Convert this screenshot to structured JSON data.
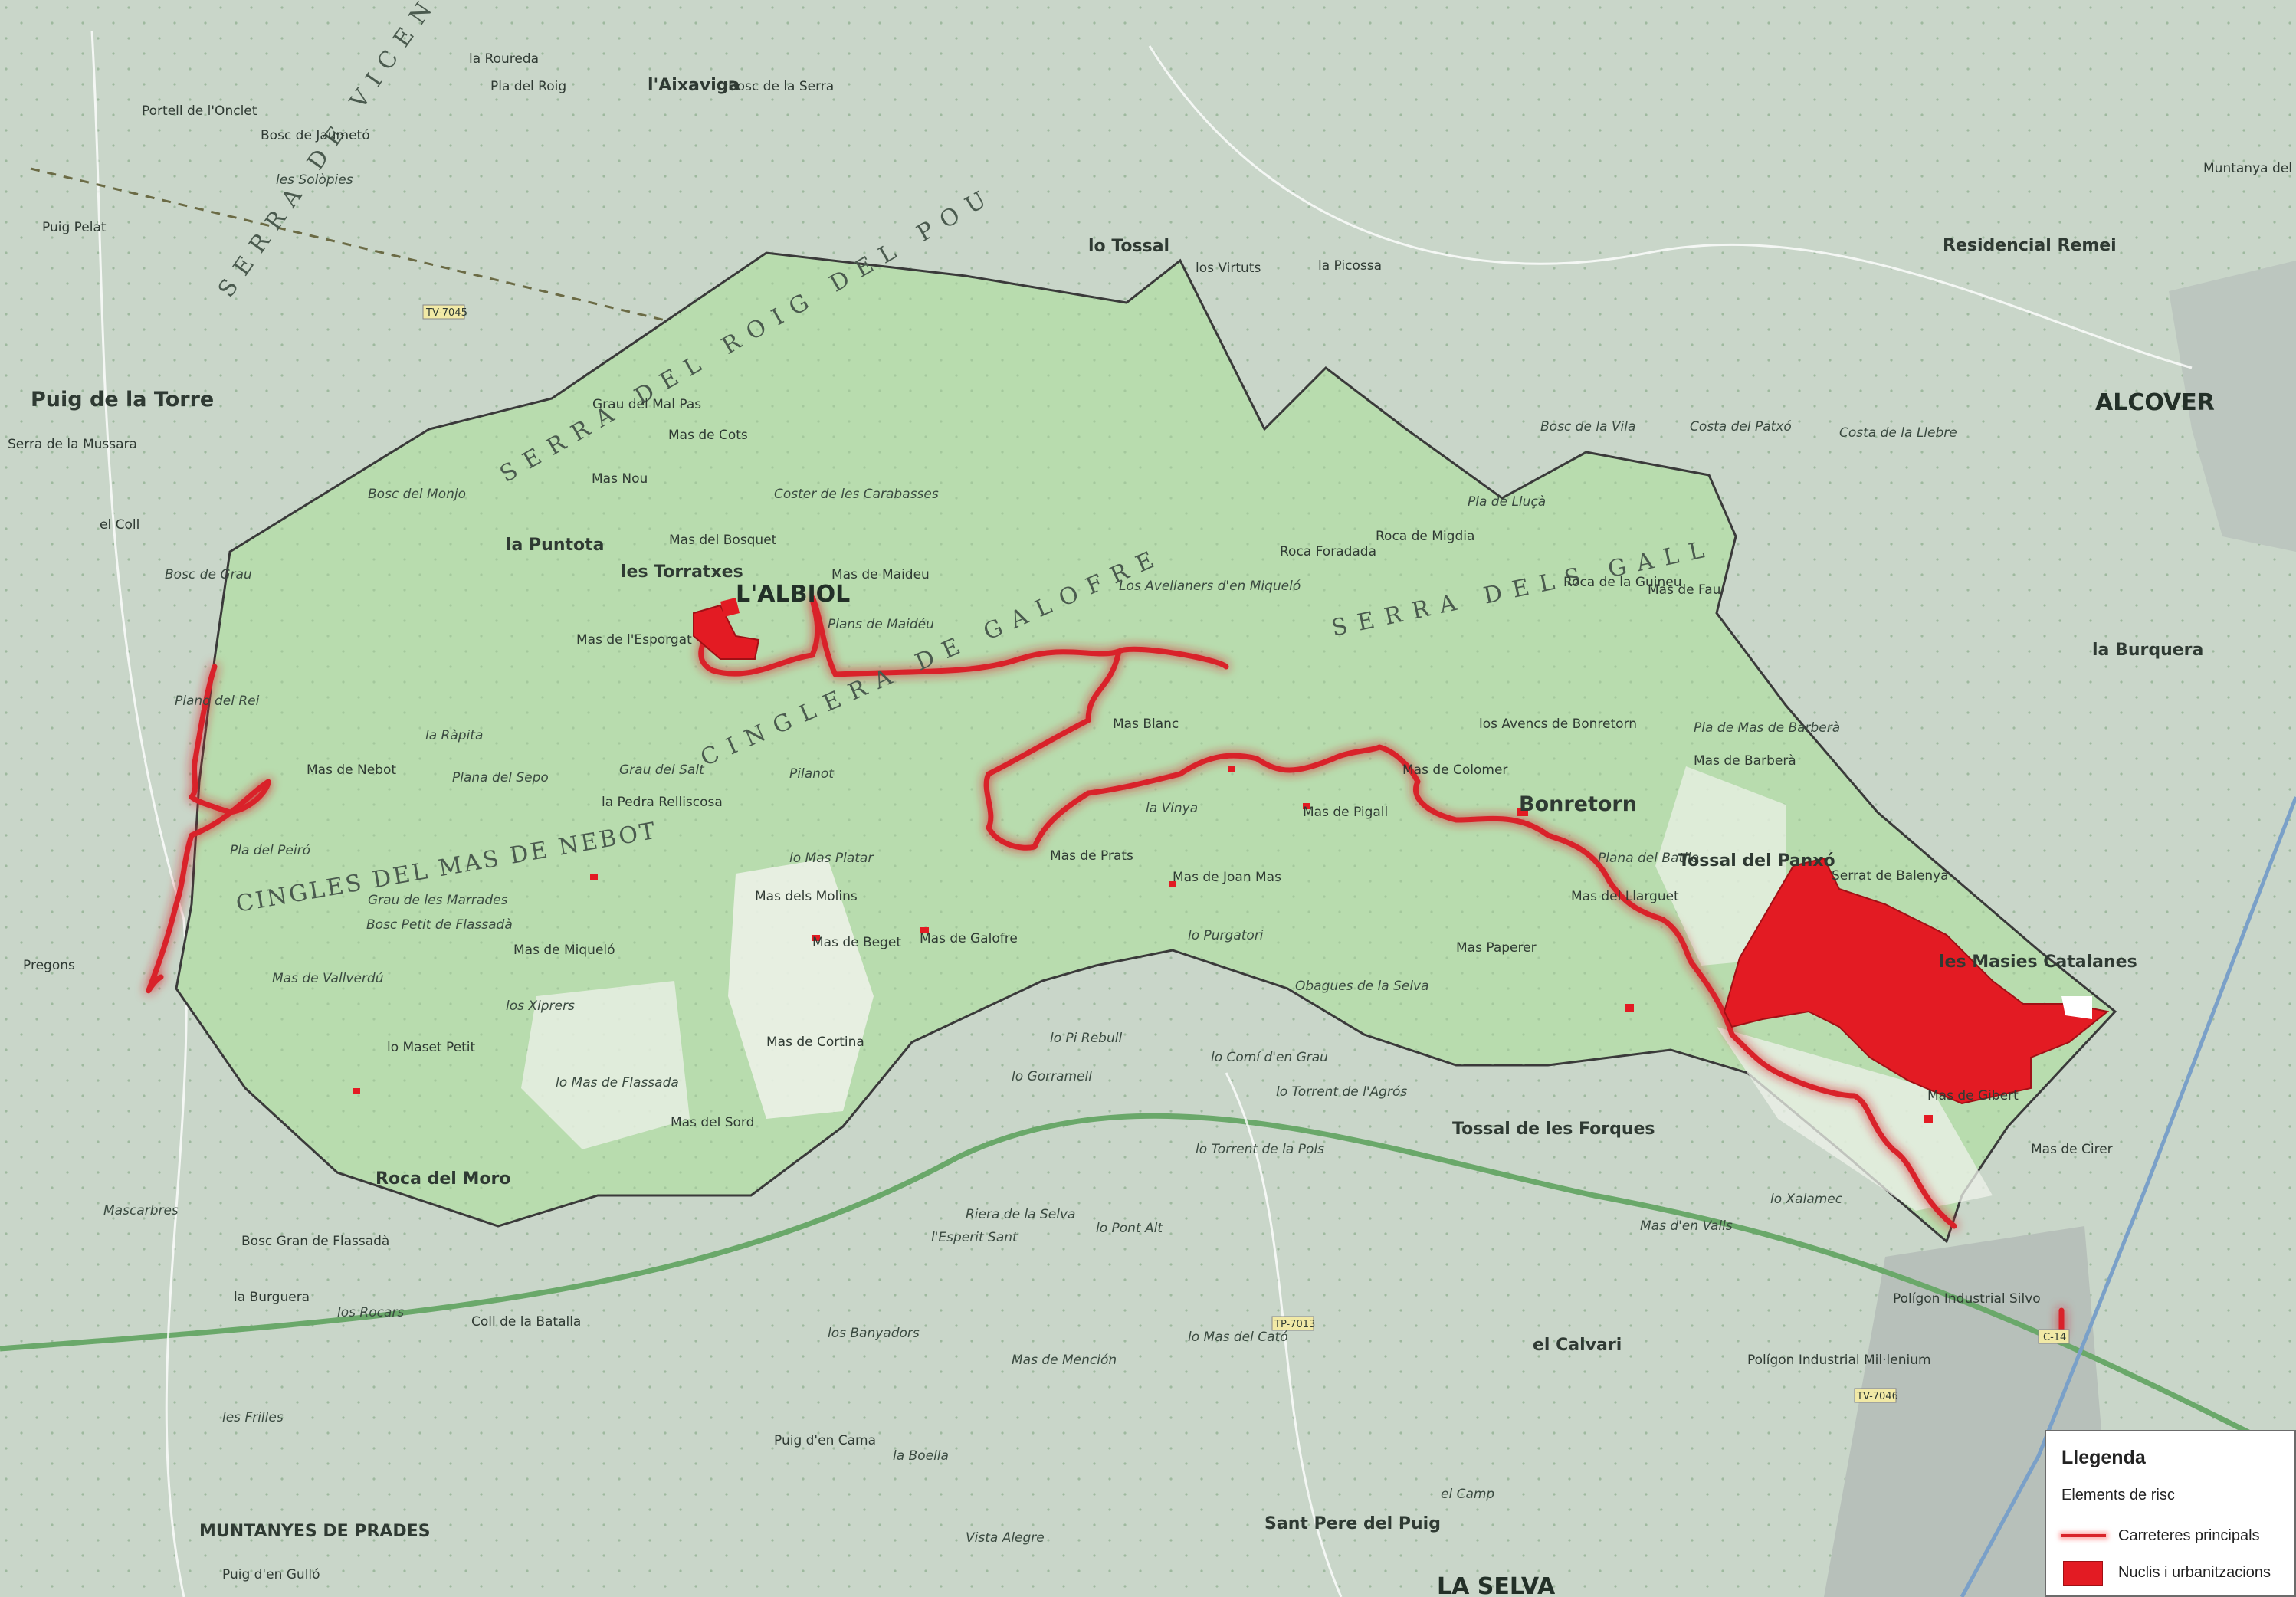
{
  "colors": {
    "outside_terrain": "#c9d6c9",
    "study_area": "#b8dcae",
    "road_risk": "#d9242b",
    "nucleus_fill": "#e31b23",
    "boundary": "#3a3a3a",
    "minor_road": "#ffffff",
    "highway": "#6aa86a",
    "rail": "#7aa0c8"
  },
  "map": {
    "towns": {
      "albiol": "L'ALBIOL",
      "bonretorn": "Bonretorn",
      "masies": "les Masies Catalanes",
      "alcover": "ALCOVER",
      "selva": "LA SELVA"
    },
    "places": [
      {
        "id": "aixaviga",
        "label": "l'Aixaviga"
      },
      {
        "id": "pla-roig",
        "label": "Pla del Roig"
      },
      {
        "id": "bosc-serra",
        "label": "Bosc de la Serra"
      },
      {
        "id": "la-roureda",
        "label": "la Roureda"
      },
      {
        "id": "portell",
        "label": "Portell de l'Onclet"
      },
      {
        "id": "bosc-jaumeto",
        "label": "Bosc de Jaumetó"
      },
      {
        "id": "les-solopies",
        "label": "les Solòpies"
      },
      {
        "id": "puig-pelat",
        "label": "Puig Pelat"
      },
      {
        "id": "puig-torre",
        "label": "Puig de la Torre"
      },
      {
        "id": "serra-mussara",
        "label": "Serra de la Mussara"
      },
      {
        "id": "el-coll",
        "label": "el Coll"
      },
      {
        "id": "bosc-monjo",
        "label": "Bosc del Monjo"
      },
      {
        "id": "bosc-grau",
        "label": "Bosc de Grau"
      },
      {
        "id": "la-punto",
        "label": "la Puntota"
      },
      {
        "id": "torratxes",
        "label": "les Torratxes"
      },
      {
        "id": "mas-nou",
        "label": "Mas Nou"
      },
      {
        "id": "mas-cots",
        "label": "Mas de Cots"
      },
      {
        "id": "grau-mal-pas",
        "label": "Grau del Mal Pas"
      },
      {
        "id": "mas-bosquet",
        "label": "Mas del Bosquet"
      },
      {
        "id": "mas-maideu",
        "label": "Mas de Maideu"
      },
      {
        "id": "coster-carabasses",
        "label": "Coster de les Carabasses"
      },
      {
        "id": "plans-maideu",
        "label": "Plans de Maidéu"
      },
      {
        "id": "avellaners",
        "label": "Los Avellaners d'en Miqueló"
      },
      {
        "id": "roca-foradada",
        "label": "Roca Foradada"
      },
      {
        "id": "roca-migdia",
        "label": "Roca de Migdia"
      },
      {
        "id": "pla-llucà",
        "label": "Pla de Lluçà"
      },
      {
        "id": "roca-guineu",
        "label": "Roca de la Guineu"
      },
      {
        "id": "mas-fau",
        "label": "Mas de Fau"
      },
      {
        "id": "mas-esporgat",
        "label": "Mas de l'Esporgat"
      },
      {
        "id": "la-rapita",
        "label": "la Ràpita"
      },
      {
        "id": "plano-rei",
        "label": "Plano del Rei"
      },
      {
        "id": "pla-peiro",
        "label": "Pla del Peiró"
      },
      {
        "id": "mas-nebot",
        "label": "Mas de Nebot"
      },
      {
        "id": "plana-sepo",
        "label": "Plana del Sepo"
      },
      {
        "id": "grau-salt",
        "label": "Grau del Salt"
      },
      {
        "id": "pedra-relliscosa",
        "label": "la Pedra Relliscosa"
      },
      {
        "id": "pilanot",
        "label": "Pilanot"
      },
      {
        "id": "mas-blanc",
        "label": "Mas Blanc"
      },
      {
        "id": "la-vinya",
        "label": "la Vinya"
      },
      {
        "id": "mas-pigall",
        "label": "Mas de Pigall"
      },
      {
        "id": "mas-colomer",
        "label": "Mas de Colomer"
      },
      {
        "id": "avencs",
        "label": "los Avencs de Bonretorn"
      },
      {
        "id": "mas-platar",
        "label": "lo Mas Platar"
      },
      {
        "id": "mas-prats",
        "label": "Mas de Prats"
      },
      {
        "id": "mas-joan-mas",
        "label": "Mas de Joan Mas"
      },
      {
        "id": "mas-molins",
        "label": "Mas dels Molins"
      },
      {
        "id": "mas-beget",
        "label": "Mas de Beget"
      },
      {
        "id": "mas-galofre",
        "label": "Mas de Galofre"
      },
      {
        "id": "purgatori",
        "label": "lo Purgatori"
      },
      {
        "id": "grau-marrades",
        "label": "Grau de les Marrades"
      },
      {
        "id": "bosc-petit",
        "label": "Bosc Petit de Flassadà"
      },
      {
        "id": "mas-miquelo",
        "label": "Mas de Miqueló"
      },
      {
        "id": "mas-vallverdu",
        "label": "Mas de Vallverdú"
      },
      {
        "id": "xiprers",
        "label": "los Xiprers"
      },
      {
        "id": "mas-cortina",
        "label": "Mas de Cortina"
      },
      {
        "id": "maset-petit",
        "label": "lo Maset Petit"
      },
      {
        "id": "mas-flassada",
        "label": "lo Mas de Flassada"
      },
      {
        "id": "mas-sord",
        "label": "Mas del Sord"
      },
      {
        "id": "roca-moro",
        "label": "Roca del Moro"
      },
      {
        "id": "mas-paperer",
        "label": "Mas Paperer"
      },
      {
        "id": "obagues",
        "label": "Obagues de la Selva"
      },
      {
        "id": "pla-batlle",
        "label": "Plana del Batlle"
      },
      {
        "id": "tossal-panxo",
        "label": "Tossal del Panxó"
      },
      {
        "id": "serrat-balenya",
        "label": "Serrat de Balenyà"
      },
      {
        "id": "mas-barbera",
        "label": "Mas de Barberà"
      },
      {
        "id": "pla-barbera",
        "label": "Pla de Mas de Barberà"
      },
      {
        "id": "mas-gibert",
        "label": "Mas de Gibert"
      },
      {
        "id": "mas-llarguet",
        "label": "Mas del Llarguet"
      },
      {
        "id": "residencial",
        "label": "Residencial Remei"
      },
      {
        "id": "la-burquera",
        "label": "la Burquera"
      },
      {
        "id": "lo-tossal",
        "label": "lo Tossal"
      },
      {
        "id": "los-virtuts",
        "label": "los Virtuts"
      },
      {
        "id": "la-picossa",
        "label": "la Picossa"
      },
      {
        "id": "bosc-vila",
        "label": "Bosc de la Vila"
      },
      {
        "id": "costa-patxo",
        "label": "Costa del Patxó"
      },
      {
        "id": "costa-llebre",
        "label": "Costa de la Llebre"
      },
      {
        "id": "muntanya-calvari",
        "label": "Muntanya del Calvari"
      },
      {
        "id": "mas-cirer",
        "label": "Mas de Cirer"
      },
      {
        "id": "xalamec",
        "label": "lo Xalamec"
      },
      {
        "id": "mas-valls",
        "label": "Mas d'en Valls"
      },
      {
        "id": "poligon-silvo",
        "label": "Polígon Industrial Silvo"
      },
      {
        "id": "poligon-mil",
        "label": "Polígon Industrial Mil·lenium"
      },
      {
        "id": "el-calvari",
        "label": "el Calvari"
      },
      {
        "id": "tossal-forques",
        "label": "Tossal de les Forques"
      },
      {
        "id": "torrent-agros",
        "label": "lo Torrent de l'Agrós"
      },
      {
        "id": "torrent-pols",
        "label": "lo Torrent de la Pols"
      },
      {
        "id": "gorramell",
        "label": "lo Gorramell"
      },
      {
        "id": "pi-rebull",
        "label": "lo Pi Rebull"
      },
      {
        "id": "comi-grau",
        "label": "lo Comí d'en Grau"
      },
      {
        "id": "riera-selva",
        "label": "Riera de la Selva"
      },
      {
        "id": "esperit-sant",
        "label": "l'Esperit Sant"
      },
      {
        "id": "pont-alt",
        "label": "lo Pont Alt"
      },
      {
        "id": "mas-cato",
        "label": "lo Mas del Cató"
      },
      {
        "id": "mas-mencion",
        "label": "Mas de Mención"
      },
      {
        "id": "bosc-flassada",
        "label": "Bosc Gran de Flassadà"
      },
      {
        "id": "la-burguera",
        "label": "la Burguera"
      },
      {
        "id": "los-rocars",
        "label": "los Rocars"
      },
      {
        "id": "coll-batalla",
        "label": "Coll de la Batalla"
      },
      {
        "id": "les-frilles",
        "label": "les Frilles"
      },
      {
        "id": "muntanyes-prades",
        "label": "MUNTANYES DE PRADES"
      },
      {
        "id": "puig-gullo",
        "label": "Puig d'en Gulló"
      },
      {
        "id": "puig-cama",
        "label": "Puig d'en Cama"
      },
      {
        "id": "boella",
        "label": "la Boella"
      },
      {
        "id": "sant-pere",
        "label": "Sant Pere del Puig"
      },
      {
        "id": "vista-alegre",
        "label": "Vista Alegre"
      },
      {
        "id": "el-camp",
        "label": "el Camp"
      },
      {
        "id": "los-banyadors",
        "label": "los Banyadors"
      },
      {
        "id": "mascarbres",
        "label": "Mascarbres"
      },
      {
        "id": "pregons",
        "label": "Pregons"
      }
    ],
    "ridges": {
      "serra-roig": "SERRA DEL ROIG DEL POU",
      "cinglera": "CINGLERA DE GALOFRE",
      "serra-gall": "SERRA DELS GALL",
      "serra-vicent": "SERRA DE VICENT",
      "cingles-nebot": "CINGLES DEL MAS DE NEBOT"
    },
    "roads": {
      "tv7045": "TV-7045",
      "tv7013": "TP-7013",
      "tv7046": "TV-7046",
      "c14": "C-14"
    }
  },
  "legend": {
    "title": "Llegenda",
    "subtitle": "Elements de risc",
    "items": [
      {
        "label": "Carreteres principals",
        "symbol": "road-line"
      },
      {
        "label": "Nuclis i urbanitzacions",
        "symbol": "red-box"
      }
    ]
  }
}
